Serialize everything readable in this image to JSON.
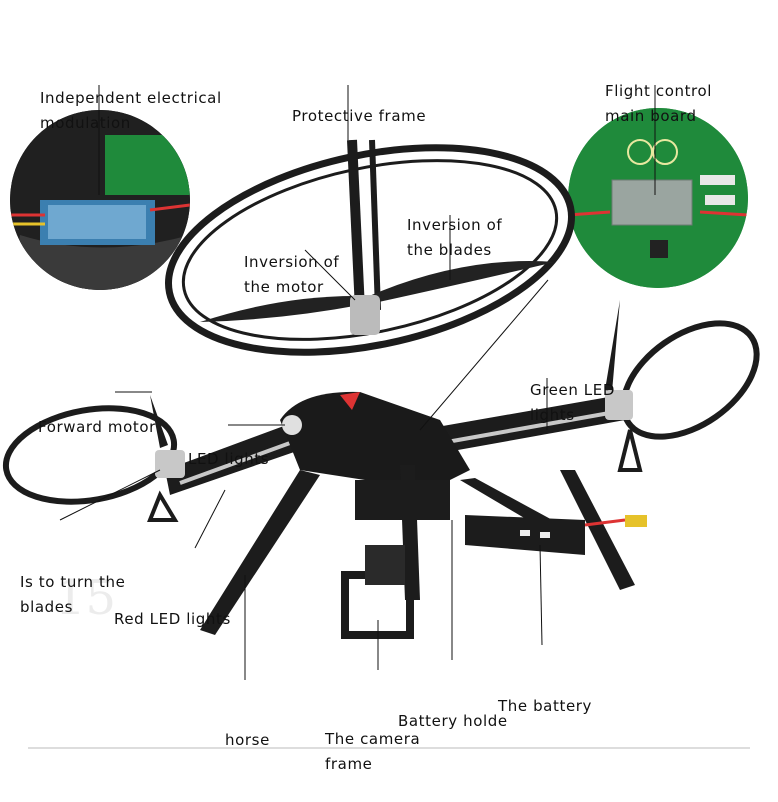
{
  "labels": {
    "esc": [
      "Independent electrical",
      "modulation"
    ],
    "frame": [
      "Protective frame"
    ],
    "fc": [
      "Flight control",
      "main board"
    ],
    "inv_blades": [
      "Inversion of",
      "the blades"
    ],
    "inv_motor": [
      "Inversion of",
      "the motor"
    ],
    "green_led": [
      "Green LED",
      "lights"
    ],
    "fwd_motor": [
      "Forward motor"
    ],
    "led": [
      "LED lights"
    ],
    "turn": [
      "Is to turn the",
      "blades"
    ],
    "red_led": [
      "Red LED lights"
    ],
    "battery": [
      "The battery"
    ],
    "holder": [
      "Battery holde"
    ],
    "camera": [
      "The camera",
      "frame"
    ],
    "horse": [
      "horse"
    ]
  },
  "watermark": "15",
  "colors": {
    "frame": "#1c1c1c",
    "pcb": "#1f8a3b",
    "accent": "#c8c8c8"
  }
}
